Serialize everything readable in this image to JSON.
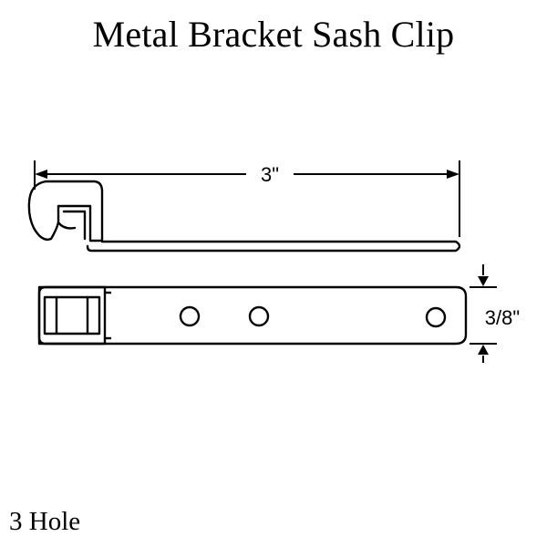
{
  "title": "Metal Bracket Sash Clip",
  "caption": "3 Hole",
  "dimensions": {
    "length": "3\"",
    "width": "3/8\""
  },
  "holes": 3
}
